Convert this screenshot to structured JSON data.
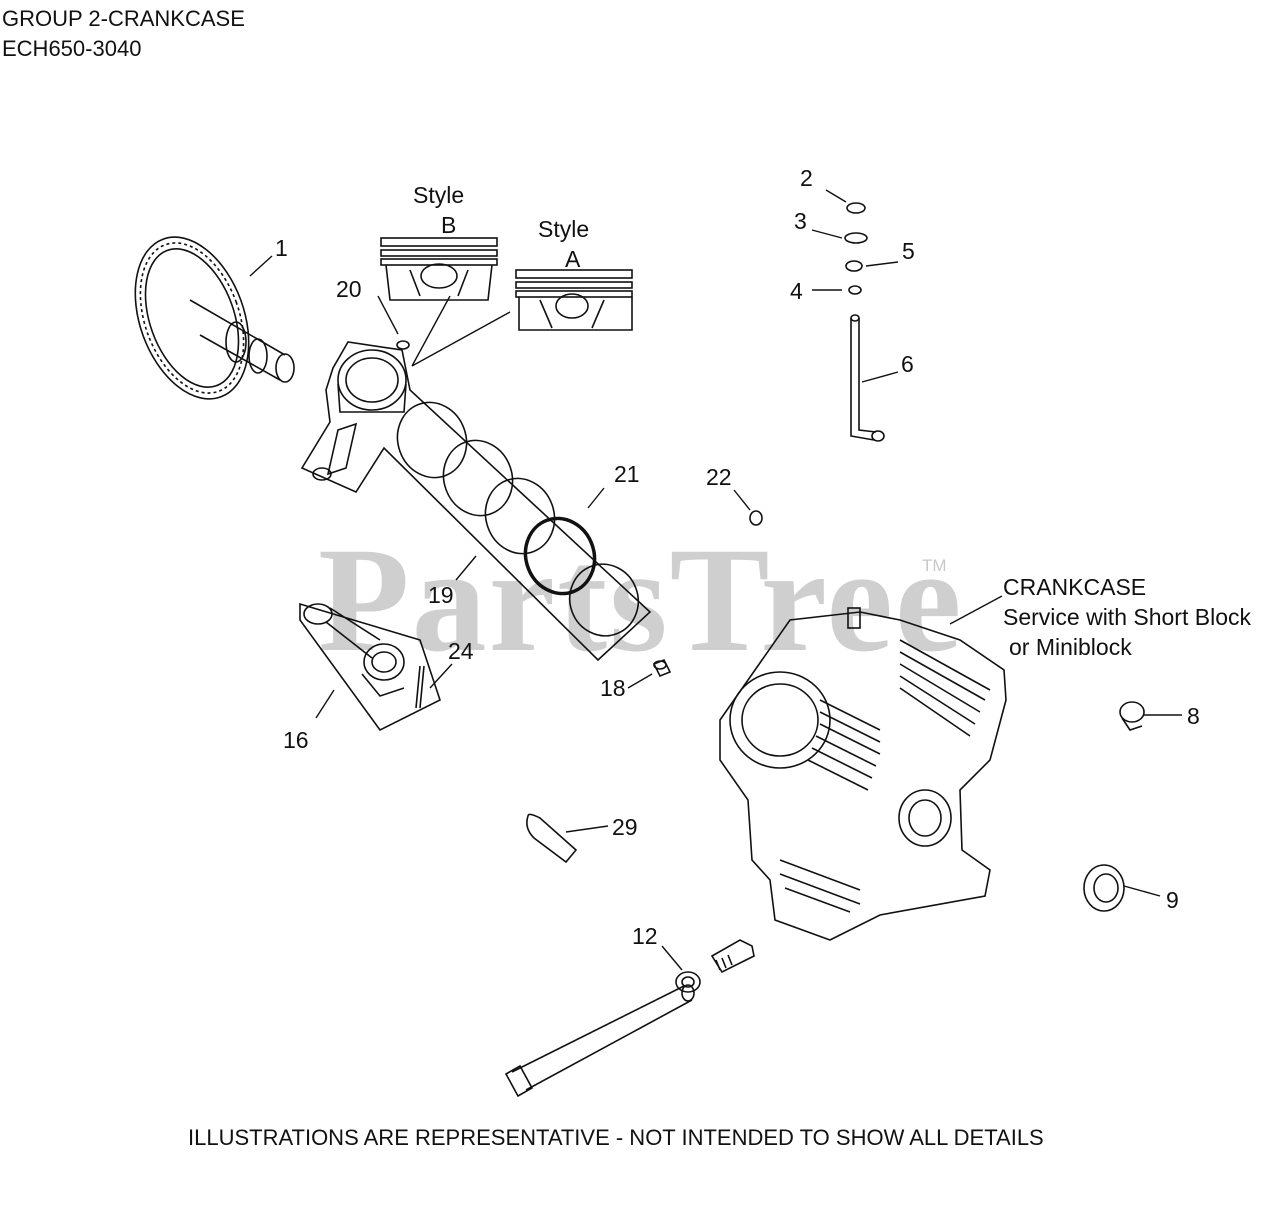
{
  "header": {
    "group_title": "GROUP 2-CRANKCASE",
    "model": "ECH650-3040"
  },
  "watermark": {
    "text": "PartsTree",
    "trademark": "TM"
  },
  "style_labels": {
    "style_b_word": "Style",
    "style_b_letter": "B",
    "style_a_word": "Style",
    "style_a_letter": "A"
  },
  "crankcase_note": {
    "title": "CRANKCASE",
    "line1": "Service with Short Block",
    "line2": "or Miniblock"
  },
  "callouts": {
    "c1": "1",
    "c2": "2",
    "c3": "3",
    "c4": "4",
    "c5": "5",
    "c6": "6",
    "c8": "8",
    "c9": "9",
    "c12": "12",
    "c16": "16",
    "c18": "18",
    "c19": "19",
    "c20": "20",
    "c21": "21",
    "c22": "22",
    "c24": "24",
    "c29": "29"
  },
  "footer": {
    "disclaimer": "ILLUSTRATIONS ARE REPRESENTATIVE - NOT INTENDED TO SHOW ALL DETAILS"
  },
  "colors": {
    "line": "#111111",
    "watermark": "#cfcfcf",
    "background": "#ffffff"
  }
}
